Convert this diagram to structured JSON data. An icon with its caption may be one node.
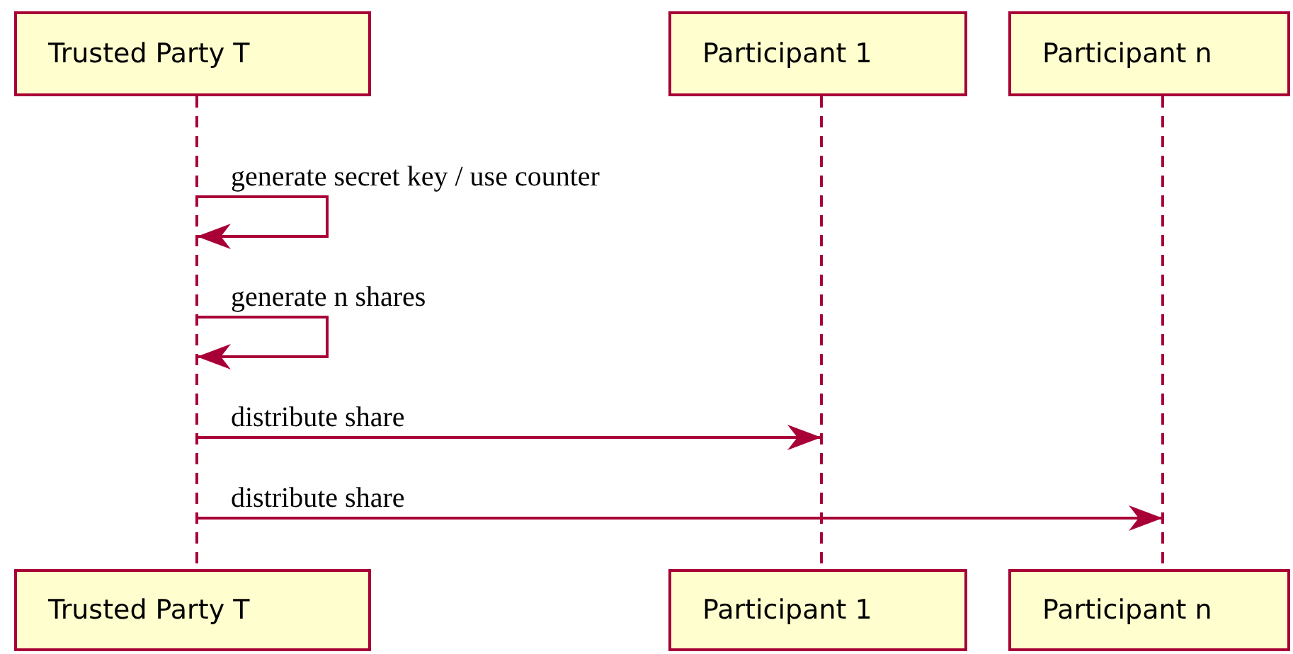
{
  "diagram": {
    "nodes": [
      {
        "text": [
          "Trusted Party T"
        ]
      },
      {
        "text": [
          "Participant 1"
        ]
      },
      {
        "text": [
          "Participant n"
        ]
      },
      {
        "text": [
          "Trusted Party T"
        ]
      },
      {
        "text": [
          "Participant 1"
        ]
      },
      {
        "text": [
          "Participant n"
        ]
      },
      {
        "text": [],
        "shape": "bar"
      },
      {
        "text": [],
        "shape": "bar"
      },
      {
        "text": [],
        "shape": "bar"
      }
    ],
    "edges": [
      {
        "from": 6,
        "to": 6,
        "arrow": "to",
        "label": "generate secret key / use counter"
      },
      {
        "from": 6,
        "to": 6,
        "arrow": "to",
        "label": "generate n shares"
      },
      {
        "from": 6,
        "to": 7,
        "arrow": "to",
        "label": "distribute share"
      },
      {
        "from": 6,
        "to": 8,
        "arrow": "to",
        "label": "distribute share"
      }
    ]
  }
}
